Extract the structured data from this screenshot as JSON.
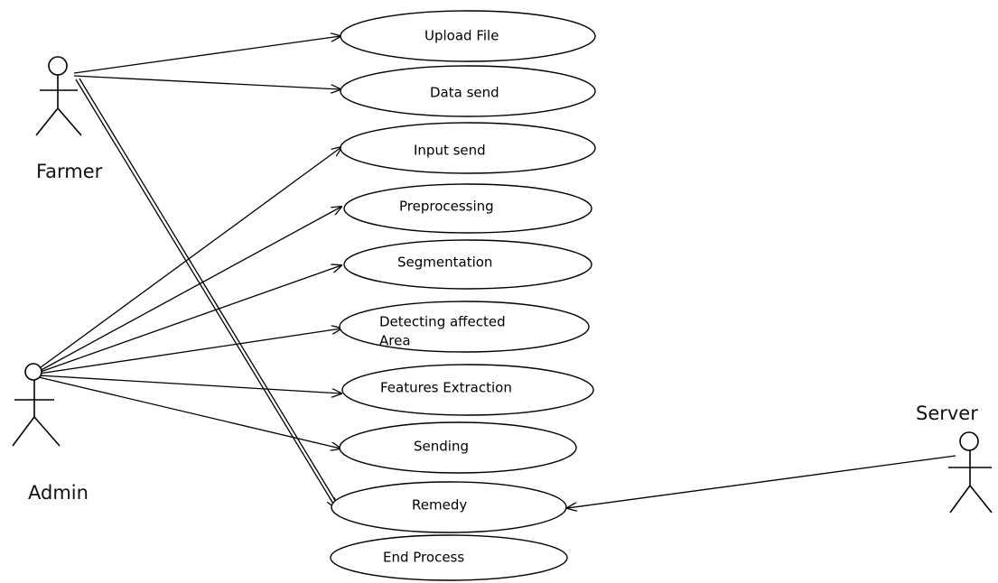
{
  "actors": {
    "farmer": {
      "label": "Farmer",
      "icon": "stick-figure-icon"
    },
    "admin": {
      "label": "Admin",
      "icon": "stick-figure-icon"
    },
    "server": {
      "label": "Server",
      "icon": "stick-figure-icon"
    }
  },
  "use_cases": {
    "upload_file": "Upload File",
    "data_send": "Data send",
    "input_send": "Input send",
    "preprocessing": "Preprocessing",
    "segmentation": "Segmentation",
    "detecting_line1": "Detecting affected",
    "detecting_line2": "Area",
    "features_extraction": "Features Extraction",
    "sending": "Sending",
    "remedy": "Remedy",
    "end_process": "End Process"
  },
  "colors": {
    "line": "#000000",
    "background": "#ffffff"
  }
}
